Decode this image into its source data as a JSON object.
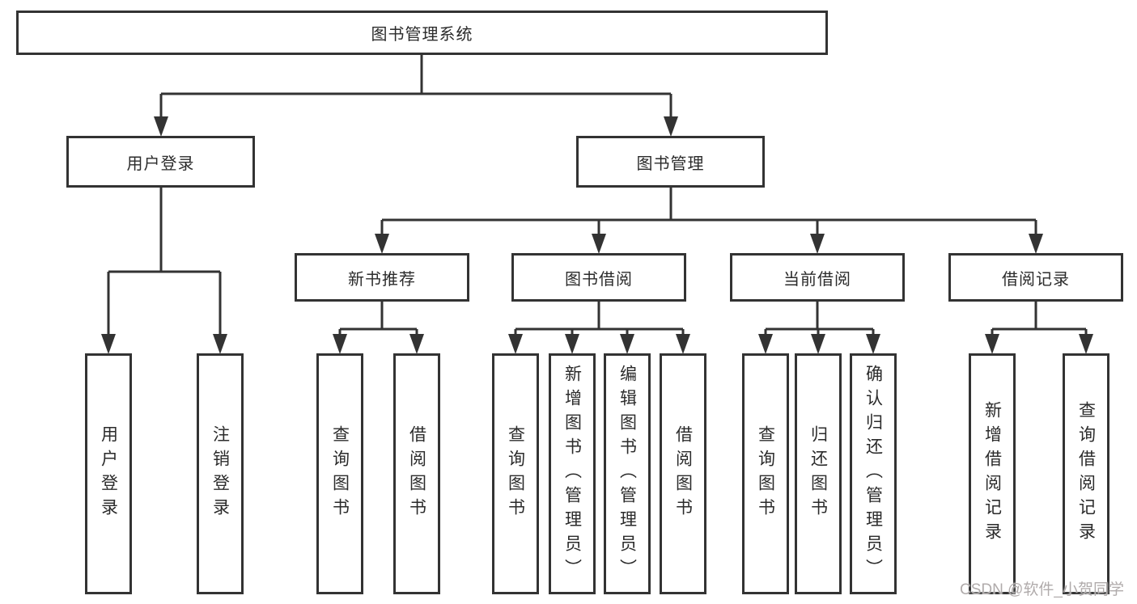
{
  "page": {
    "background": "#ffffff",
    "watermark": "CSDN @软件_小贺同学",
    "colors": {
      "line": "#333333",
      "box_border": "#333333",
      "box_fill": "#ffffff",
      "text": "#2b2b2b",
      "watermark_text": "#b0abab"
    }
  },
  "tree": {
    "root": "图书管理系统",
    "children": [
      {
        "label": "用户登录",
        "children": [
          "用户登录",
          "注销登录"
        ]
      },
      {
        "label": "图书管理",
        "children": [
          {
            "label": "新书推荐",
            "children": [
              "查询图书",
              "借阅图书"
            ]
          },
          {
            "label": "图书借阅",
            "children": [
              "查询图书",
              "新增图书（管理员）",
              "编辑图书（管理员）",
              "借阅图书"
            ]
          },
          {
            "label": "当前借阅",
            "children": [
              "查询图书",
              "归还图书",
              "确认归还（管理员）"
            ]
          },
          {
            "label": "借阅记录",
            "children": [
              "新增借阅记录",
              "查询借阅记录"
            ]
          }
        ]
      }
    ]
  }
}
